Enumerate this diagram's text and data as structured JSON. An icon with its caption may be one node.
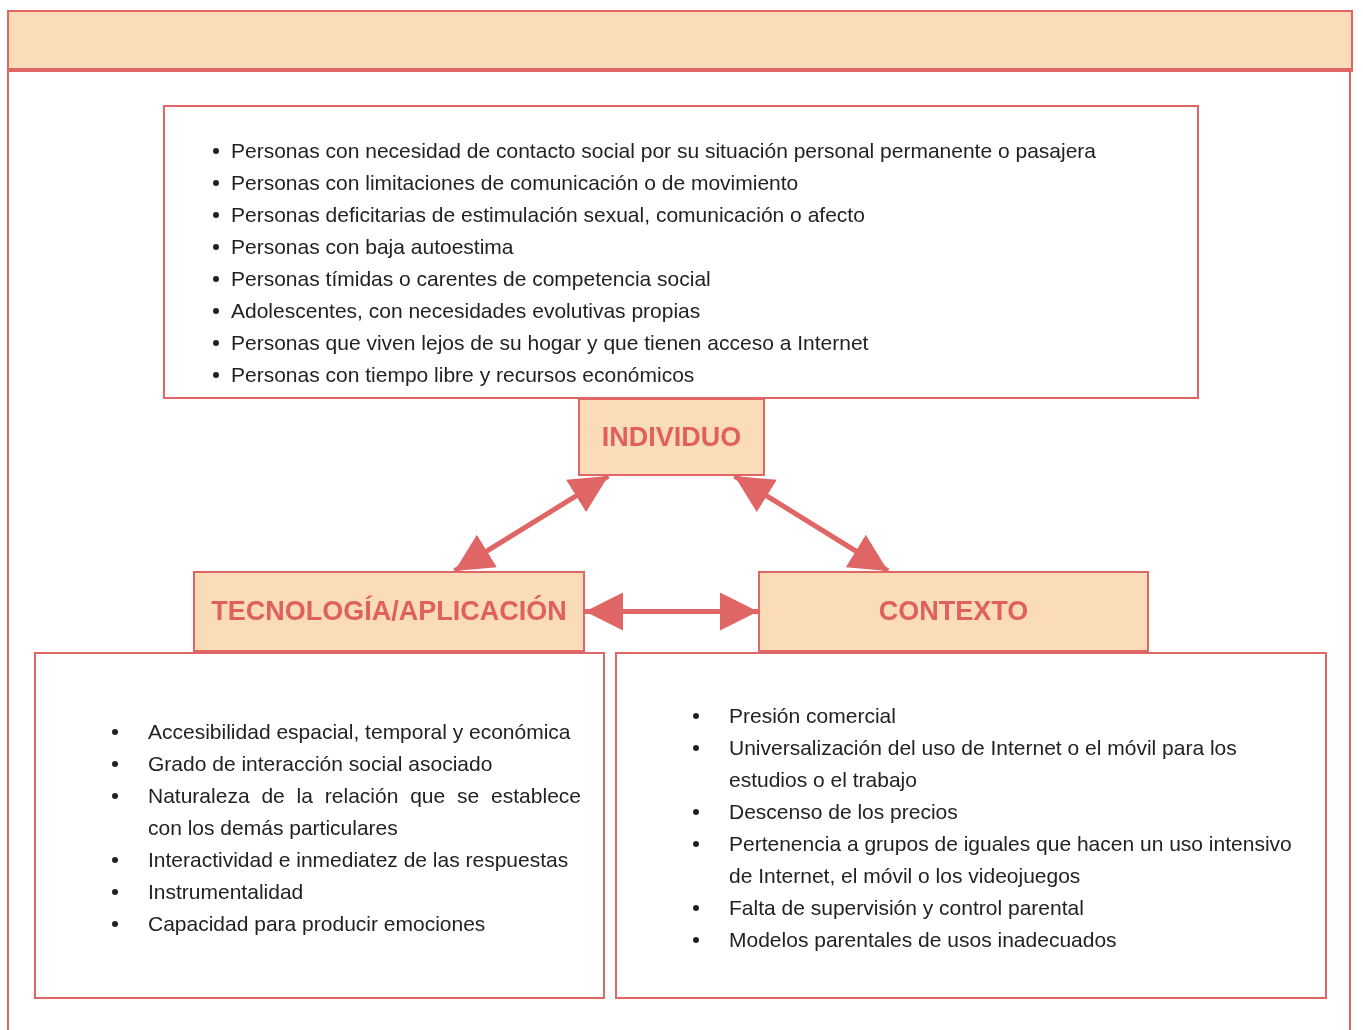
{
  "diagram": {
    "nodes": [
      {
        "text": [
          "Personas con necesidad de contacto social por su situación personal permanente o pasajera",
          "Personas con limitaciones de comunicación o de movimiento",
          "Personas deficitarias de estimulación sexual, comunicación o afecto",
          "Personas con baja autoestima",
          "Personas tímidas o carentes de competencia social",
          "Adolescentes, con necesidades evolutivas propias",
          "Personas que viven lejos de su hogar y que tienen acceso a Internet",
          "Personas con tiempo libre y recursos económicos"
        ]
      },
      {
        "text": [
          "INDIVIDUO"
        ]
      },
      {
        "text": [
          "TECNOLOGÍA/APLICACIÓN"
        ]
      },
      {
        "text": [
          "CONTEXTO"
        ]
      },
      {
        "text": [
          "Accesibilidad espacial, temporal y económica",
          "Grado de interacción social asociado",
          "Naturaleza de la relación que se establece con los demás particulares",
          "Interactividad e inmediatez de las respuestas",
          "Instrumentalidad",
          "Capacidad para producir emociones"
        ]
      },
      {
        "text": [
          "Presión comercial",
          "Universalización del uso de Internet o el móvil para los estudios o el trabajo",
          "Descenso de los precios",
          "Pertenencia a grupos de iguales que hacen un uso intensivo de Internet, el móvil o los videojuegos",
          "Falta de supervisión y control parental",
          "Modelos parentales de usos inadecuados"
        ]
      }
    ],
    "edges": [
      {
        "from": 1,
        "to": 2,
        "arrow": "both"
      },
      {
        "from": 1,
        "to": 3,
        "arrow": "both"
      },
      {
        "from": 2,
        "to": 3,
        "arrow": "both"
      }
    ]
  }
}
